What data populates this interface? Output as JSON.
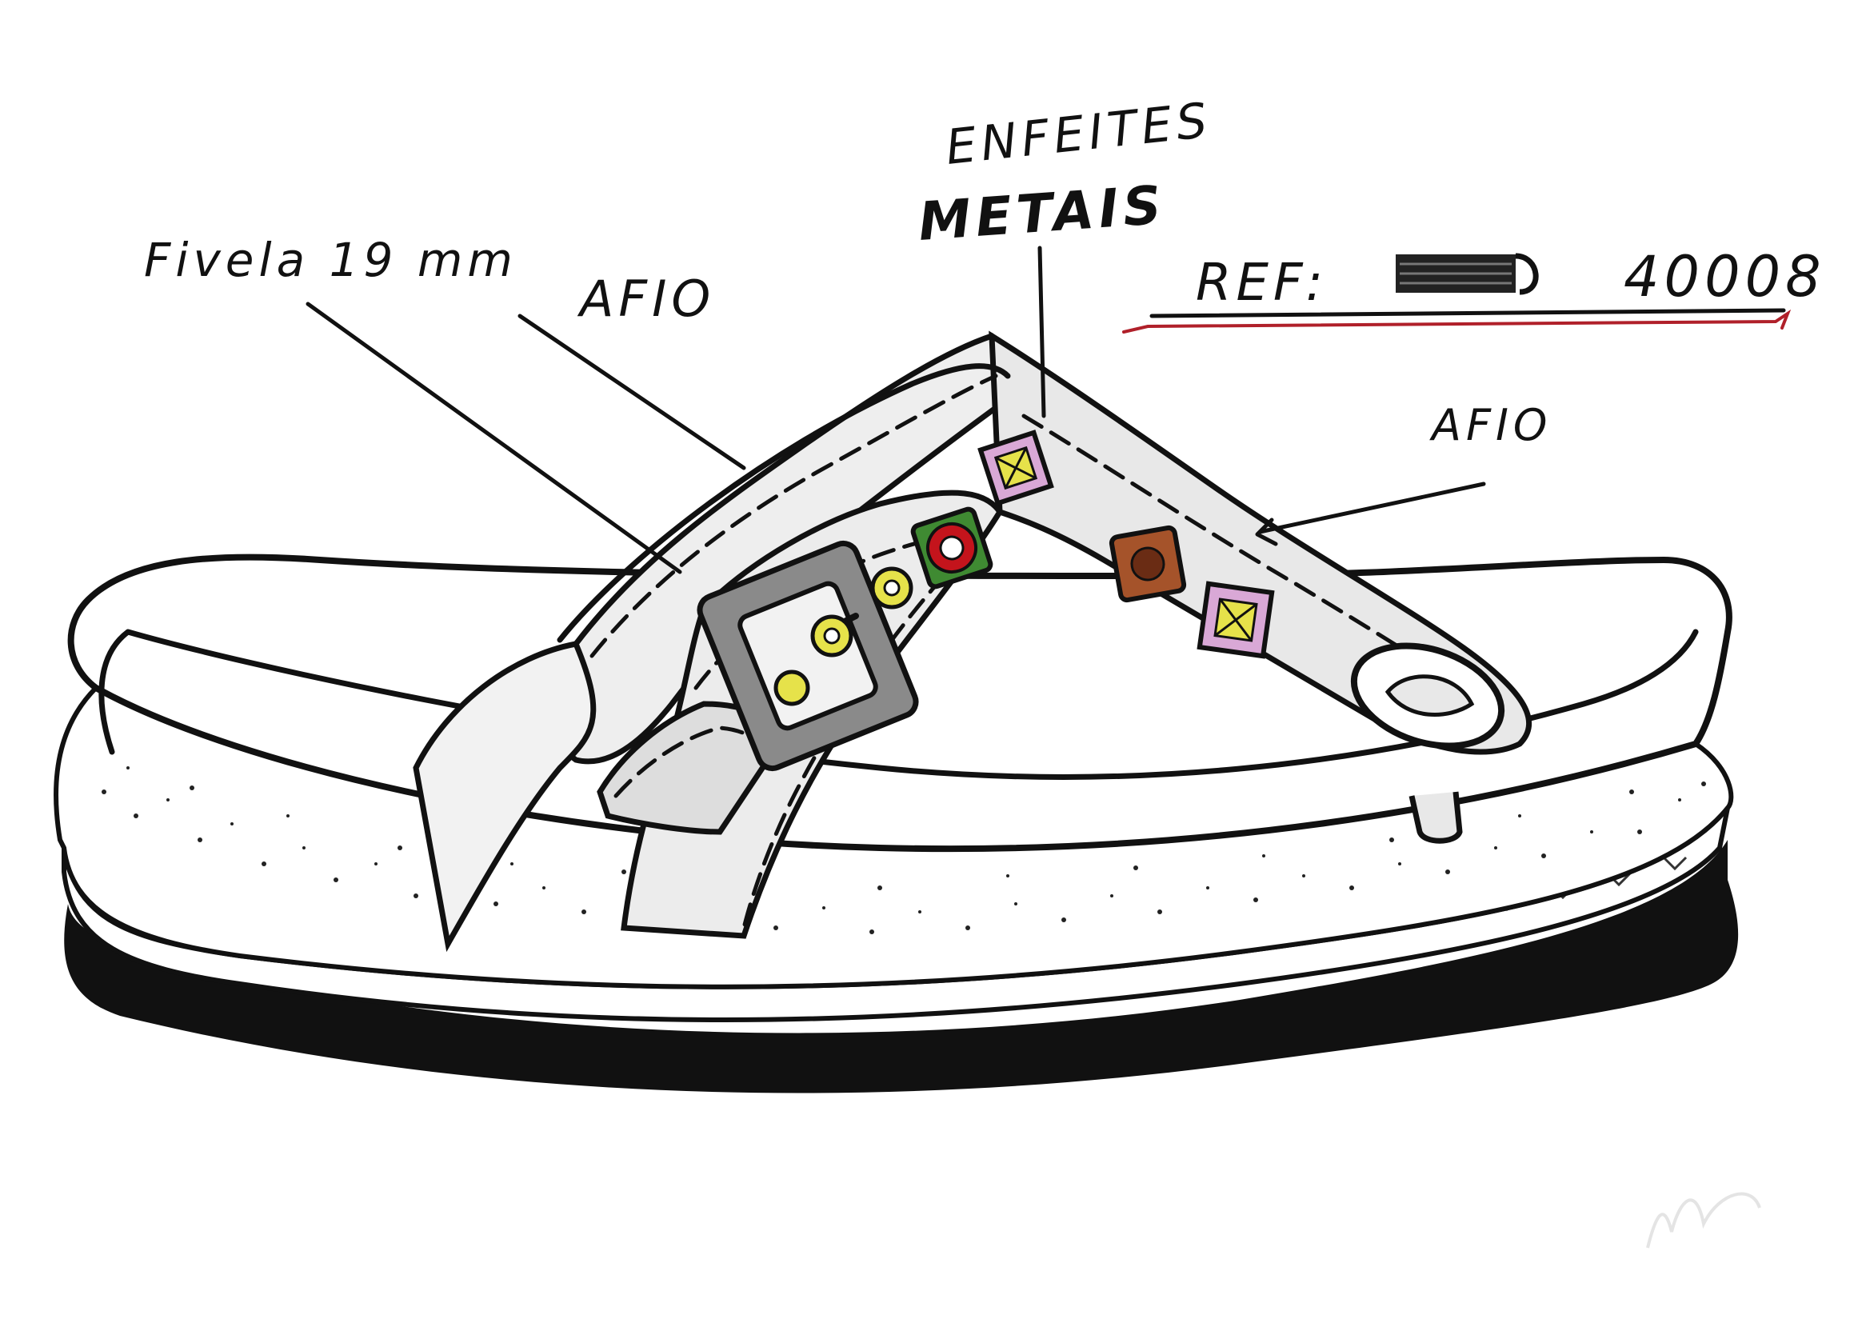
{
  "labels": {
    "fivela": "Fivela 19 mm",
    "afio_top": "AFIO",
    "enfeites_line1": "ENFEITES",
    "enfeites_line2": "METAIS",
    "ref_prefix": "REF:",
    "ref_number": "40008",
    "afio_right": "AFIO"
  },
  "colors": {
    "ink": "#111111",
    "underline_red": "#b0202a",
    "stud_pink": "#d9a8d6",
    "stud_yellow": "#e6e24a",
    "stud_red": "#c4141c",
    "stud_green": "#3f8a32",
    "stud_brown": "#a5532a",
    "buckle_gray": "#8a8a8a",
    "strap_shade": "#e8e8e8"
  },
  "icons": {
    "ref_scribble": "redacted-scribble-icon"
  }
}
